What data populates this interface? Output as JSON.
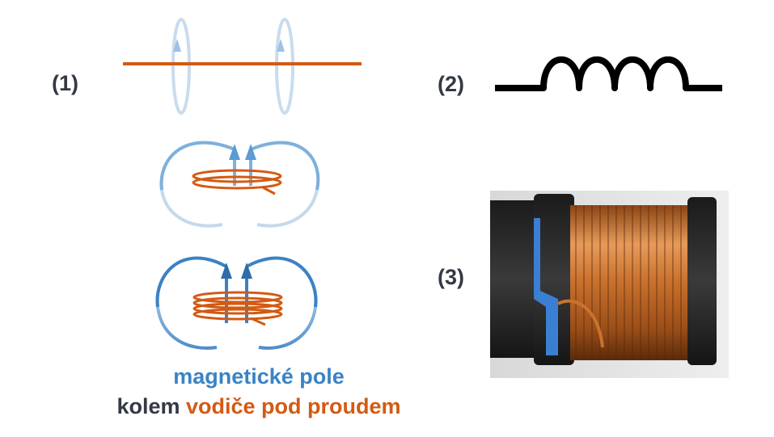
{
  "labels": {
    "one": "(1)",
    "two": "(2)",
    "three": "(3)"
  },
  "caption": {
    "line1": "magnetické pole",
    "line2_dark": "kolem",
    "line2_accent": "vodiče pod proudem"
  },
  "colors": {
    "field": "#3b82c4",
    "field_light": "#bcd4ea",
    "wire": "#d35a13",
    "text_dark": "#333a44",
    "symbol": "#000000"
  },
  "icons": {
    "wire": "straight-wire-icon",
    "loop": "single-loop-icon",
    "coil": "coil-icon",
    "symbol": "inductor-symbol-icon",
    "photo": "inductor-photo-icon"
  }
}
